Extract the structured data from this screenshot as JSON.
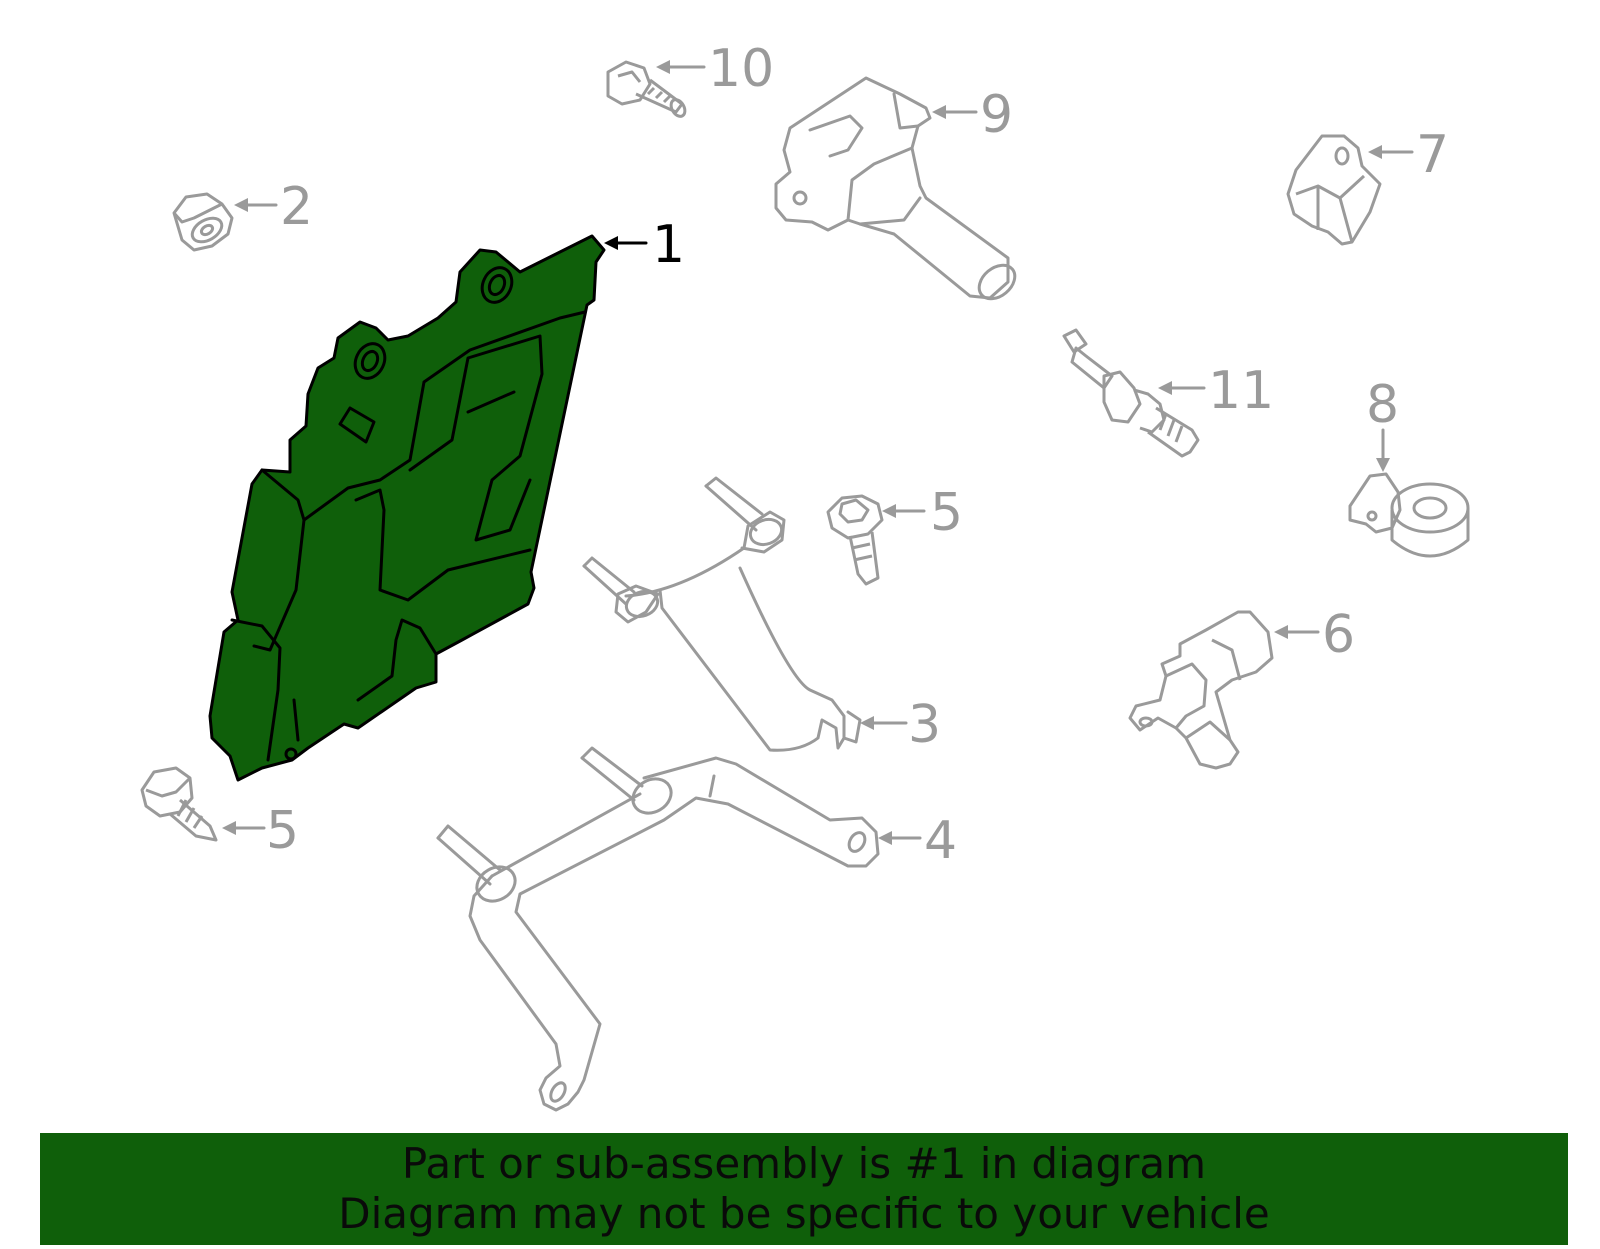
{
  "colors": {
    "highlight": "#0f5f0a",
    "part_stroke": "#9a9a9a",
    "highlight_stroke": "#000000",
    "banner_bg": "#0f5f0a",
    "banner_text": "#0a0a0a"
  },
  "callouts": [
    {
      "id": "1",
      "label": "1",
      "highlighted": true
    },
    {
      "id": "2",
      "label": "2",
      "highlighted": false
    },
    {
      "id": "3",
      "label": "3",
      "highlighted": false
    },
    {
      "id": "4",
      "label": "4",
      "highlighted": false
    },
    {
      "id": "5a",
      "label": "5",
      "highlighted": false
    },
    {
      "id": "5b",
      "label": "5",
      "highlighted": false
    },
    {
      "id": "6",
      "label": "6",
      "highlighted": false
    },
    {
      "id": "7",
      "label": "7",
      "highlighted": false
    },
    {
      "id": "8",
      "label": "8",
      "highlighted": false
    },
    {
      "id": "9",
      "label": "9",
      "highlighted": false
    },
    {
      "id": "10",
      "label": "10",
      "highlighted": false
    },
    {
      "id": "11",
      "label": "11",
      "highlighted": false
    }
  ],
  "banner": {
    "line1": "Part or sub-assembly is #1 in diagram",
    "line2": "Diagram may not be specific to your vehicle"
  }
}
